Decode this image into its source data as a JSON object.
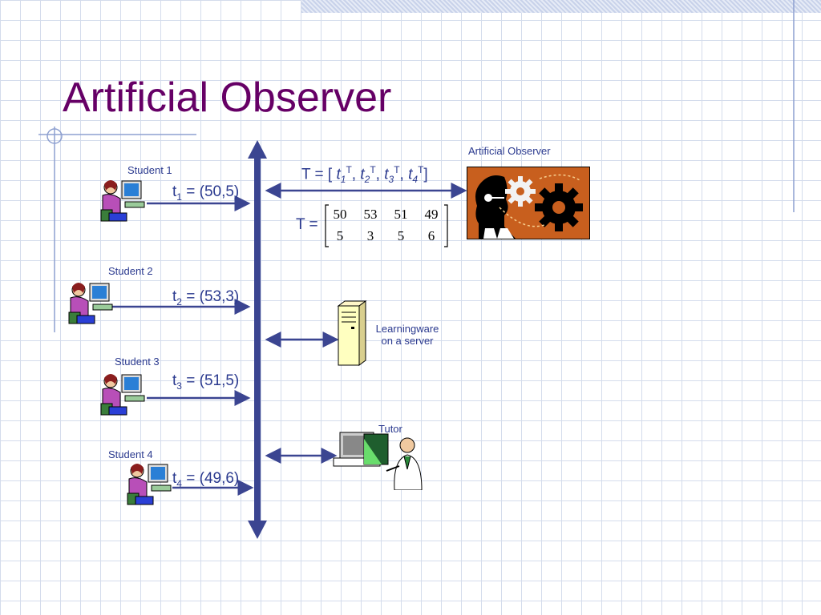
{
  "slide": {
    "title": "Artificial Observer"
  },
  "students": [
    {
      "label": "Student 1",
      "vec_sym": "t",
      "vec_sub": "1",
      "vec_rest": " = (50,5)"
    },
    {
      "label": "Student 2",
      "vec_sym": "t",
      "vec_sub": "2",
      "vec_rest": " = (53,3)"
    },
    {
      "label": "Student 3",
      "vec_sym": "t",
      "vec_sub": "3",
      "vec_rest": " = (51,5)"
    },
    {
      "label": "Student 4",
      "vec_sym": "t",
      "vec_sub": "4",
      "vec_rest": " = (49,6)"
    }
  ],
  "observer": {
    "label": "Artificial Observer",
    "T_def_prefix": "T = [ ",
    "T_def_terms": [
      "t",
      "1",
      "T",
      "t",
      "2",
      "T",
      "t",
      "3",
      "T",
      "t",
      "4",
      "T"
    ],
    "T_def_suffix": "]",
    "T_matrix_prefix": "T =",
    "matrix_row1": [
      "50",
      "53",
      "51",
      "49"
    ],
    "matrix_row2": [
      "5",
      "3",
      "5",
      "6"
    ]
  },
  "server": {
    "label_line1": "Learningware",
    "label_line2": "on a server"
  },
  "tutor": {
    "label": "Tutor"
  },
  "colors": {
    "title": "#660066",
    "text": "#2b3a8f",
    "arrow": "#3b4591",
    "orange_box": "#c85f1e"
  }
}
